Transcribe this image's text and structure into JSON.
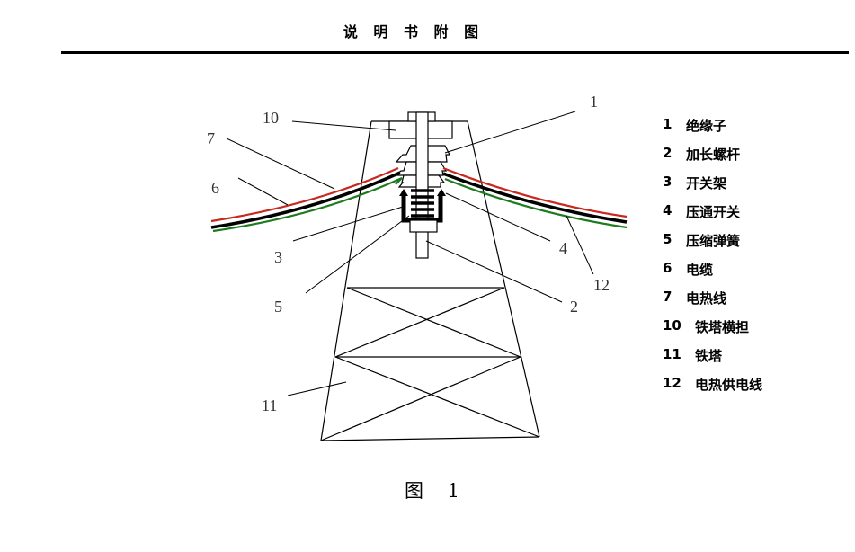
{
  "header": {
    "title": "说 明 书 附 图"
  },
  "figure": {
    "caption": "图 1",
    "callouts": [
      "10",
      "1",
      "7",
      "6",
      "3",
      "5",
      "4",
      "12",
      "2",
      "11"
    ],
    "colors": {
      "heating_wire": "#c8281e",
      "cable": "#000000",
      "supply_wire": "#1e7a1e"
    }
  },
  "legend": [
    {
      "num": "1",
      "label": "绝缘子"
    },
    {
      "num": "2",
      "label": "加长螺杆"
    },
    {
      "num": "3",
      "label": "开关架"
    },
    {
      "num": "4",
      "label": "压通开关"
    },
    {
      "num": "5",
      "label": "压缩弹簧"
    },
    {
      "num": "6",
      "label": "电缆"
    },
    {
      "num": "7",
      "label": "电热线"
    },
    {
      "num": "10",
      "label": "铁塔横担"
    },
    {
      "num": "11",
      "label": "铁塔"
    },
    {
      "num": "12",
      "label": "电热供电线"
    }
  ]
}
